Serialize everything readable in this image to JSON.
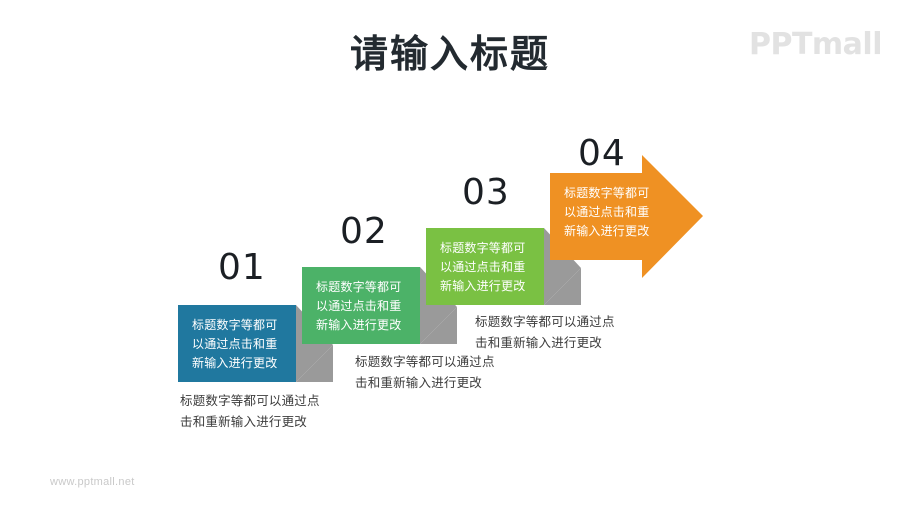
{
  "slide": {
    "title": "请输入标题",
    "brand_logo": "PPTmall",
    "footer_url": "www.pptmall.net",
    "background_color": "#ffffff"
  },
  "colors": {
    "title_text": "#232a30",
    "shadow_gray": "#9a9a9a",
    "caption_text": "#3c3c3c",
    "brand_gray": "#e2e2e2",
    "step1_blue": "#20789f",
    "step2_green": "#4cb268",
    "step3_green": "#7ac143",
    "step4_orange": "#ef9123"
  },
  "diagram": {
    "type": "ascending-arrow-steps",
    "steps": [
      {
        "number": "01",
        "color": "#20789f",
        "inner_text": "标题数字等都可\n以通过点击和重\n新输入进行更改",
        "caption": "标题数字等都可以通过点\n击和重新输入进行更改"
      },
      {
        "number": "02",
        "color": "#4cb268",
        "inner_text": "标题数字等都可\n以通过点击和重\n新输入进行更改",
        "caption": "标题数字等都可以通过点\n击和重新输入进行更改"
      },
      {
        "number": "03",
        "color": "#7ac143",
        "inner_text": "标题数字等都可\n以通过点击和重\n新输入进行更改",
        "caption": "标题数字等都可以通过点\n击和重新输入进行更改"
      },
      {
        "number": "04",
        "color": "#ef9123",
        "inner_text": "标题数字等都可\n以通过点击和重\n新输入进行更改",
        "caption": ""
      }
    ]
  }
}
